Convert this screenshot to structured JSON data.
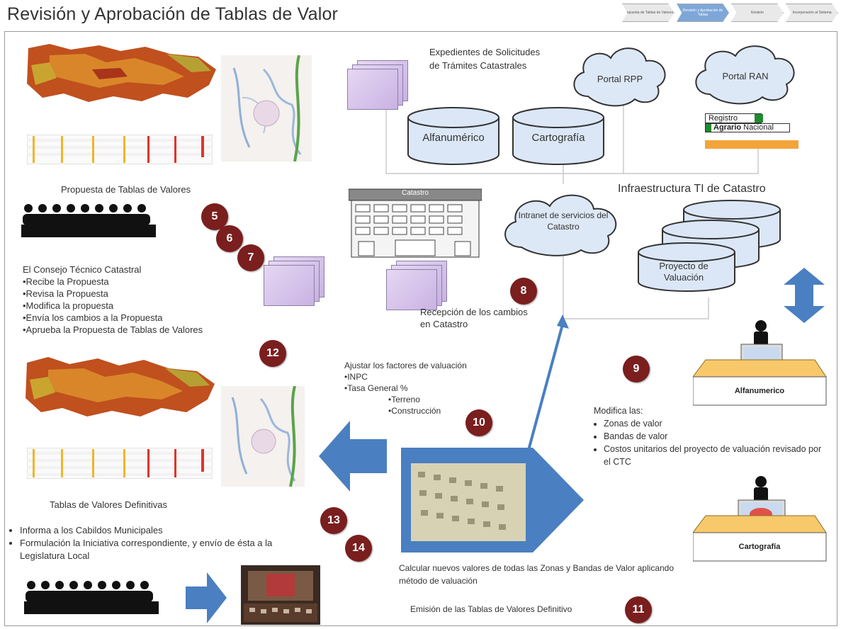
{
  "title": "Revisión y Aprobación de Tablas de Valor",
  "process_steps": [
    {
      "label": "Propuesta de Tablas de Valores",
      "active": false
    },
    {
      "label": "Revisión y Aprobación de Tablas",
      "active": true
    },
    {
      "label": "Emisión",
      "active": false
    },
    {
      "label": "Incorporación al Sistema",
      "active": false
    }
  ],
  "top_left": {
    "proposal_caption": "Propuesta de Tablas de Valores"
  },
  "docs_label": "Expedientes de Solicitudes de Trámites Catastrales",
  "databases": {
    "alfa": "Alfanumérico",
    "carto": "Cartografía"
  },
  "clouds": {
    "rpp": "Portal RPP",
    "ran": "Portal RAN",
    "intranet": "Intranet de servicios del Catastro"
  },
  "ran_logo": {
    "line1": "Registro",
    "line2a": "Agrario",
    "line2b": "Nacional"
  },
  "building_label": "Catastro",
  "infra_title": "Infraestructura TI de Catastro",
  "proyecto_db": "Proyecto de Valuación",
  "consejo": {
    "title": "El Consejo Técnico Catastral",
    "items": [
      "•Recibe la Propuesta",
      "•Revisa la Propuesta",
      "•Modifica la propuesta",
      "•Envía los cambios a la Propuesta",
      "•Aprueba  la Propuesta de Tablas de Valores"
    ]
  },
  "recepcion": "Recepción de los cambios en Catastro",
  "ajustar": {
    "title": "Ajustar los factores de valuación",
    "items": [
      "•INPC",
      "•Tasa General %"
    ],
    "subitems": [
      "•Terreno",
      "•Construcción"
    ]
  },
  "modifica": {
    "title": "Modifica las:",
    "items": [
      "Zonas de valor",
      "Bandas de valor",
      "Costos unitarios del proyecto de valuación revisado por el CTC"
    ]
  },
  "workstations": {
    "alfa": "Alfanumerico",
    "carto": "Cartografía"
  },
  "definitivas_caption": "Tablas de Valores Definitivas",
  "informa": {
    "items": [
      "Informa a los Cabildos Municipales",
      "Formulación la Iniciativa correspondiente, y envío de ésta a la Legislatura Local"
    ]
  },
  "calcular": "Calcular nuevos valores de todas las Zonas y Bandas de Valor aplicando método de valuación",
  "emision": "Emisión de las Tablas de Valores Definitivo",
  "badges": [
    "5",
    "6",
    "7",
    "8",
    "9",
    "10",
    "11",
    "12",
    "13",
    "14"
  ],
  "colors": {
    "badge": "#7a1e1e",
    "arrow": "#4a7fc1",
    "cloud": "#dde8f6",
    "cylinder": "#dbe7f6",
    "desk": "#f7c96a"
  }
}
